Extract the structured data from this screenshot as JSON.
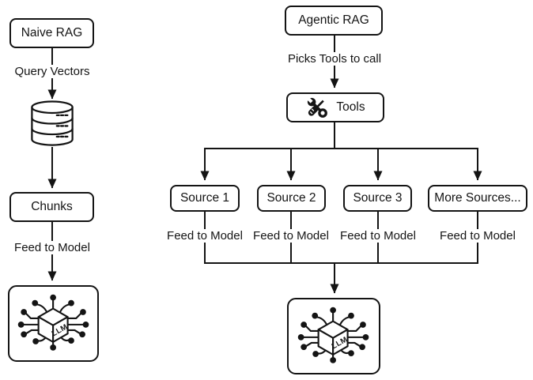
{
  "colors": {
    "stroke": "#141414",
    "background": "#ffffff"
  },
  "naive": {
    "title": "Naive RAG",
    "edge1_label": "Query Vectors",
    "database_icon": "database-cylinder-icon",
    "chunks_label": "Chunks",
    "feed_label": "Feed to Model",
    "llm_icon": "llm-chip-icon",
    "llm_text": "LLM"
  },
  "agentic": {
    "title": "Agentic RAG",
    "edge1_label": "Picks Tools to call",
    "tools_icon": "wrench-screwdriver-icon",
    "tools_label": "Tools",
    "sources": [
      {
        "label": "Source 1",
        "feed_label": "Feed to Model"
      },
      {
        "label": "Source 2",
        "feed_label": "Feed to Model"
      },
      {
        "label": "Source 3",
        "feed_label": "Feed to Model"
      },
      {
        "label": "More Sources...",
        "feed_label": "Feed to Model"
      }
    ],
    "llm_icon": "llm-chip-icon",
    "llm_text": "LLM"
  }
}
